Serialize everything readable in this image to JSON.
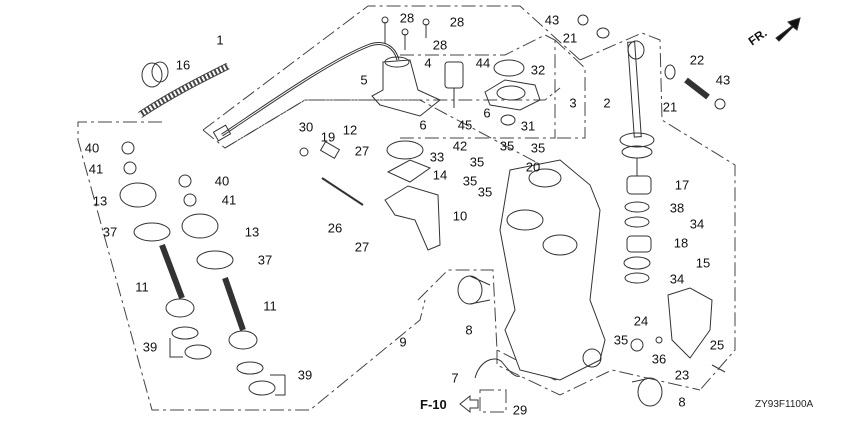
{
  "diagram": {
    "direction_label": "FR.",
    "reference_label": "F-10",
    "drawing_code": "ZY93F1100A",
    "callouts": [
      "1",
      "16",
      "28",
      "28",
      "28",
      "5",
      "4",
      "44",
      "32",
      "3",
      "2",
      "6",
      "45",
      "6",
      "31",
      "43",
      "21",
      "22",
      "43",
      "21",
      "30",
      "19",
      "12",
      "27",
      "33",
      "14",
      "42",
      "35",
      "35",
      "35",
      "20",
      "35",
      "35",
      "17",
      "38",
      "40",
      "41",
      "40",
      "41",
      "13",
      "13",
      "37",
      "37",
      "11",
      "11",
      "39",
      "39",
      "9",
      "26",
      "27",
      "10",
      "34",
      "18",
      "15",
      "34",
      "8",
      "35",
      "24",
      "36",
      "23",
      "25",
      "7",
      "29",
      "8"
    ],
    "line_color": "#333333"
  }
}
